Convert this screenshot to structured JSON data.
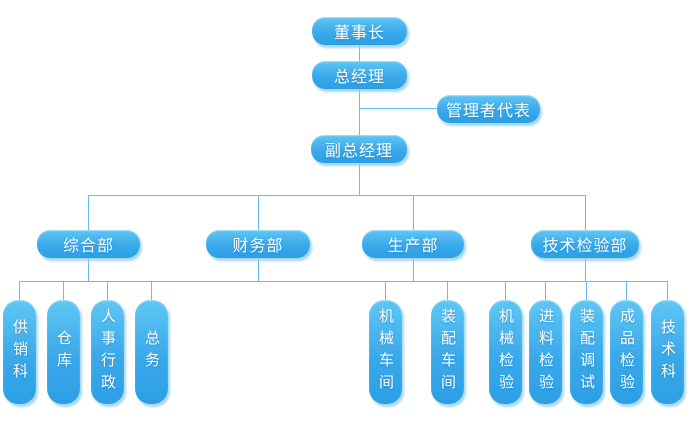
{
  "diagram_type": "org-chart",
  "colors": {
    "background": "#ffffff",
    "node_gradient_top": "#5fc7f4",
    "node_gradient_bottom": "#2c9fe4",
    "connector_line": "#64bfee",
    "node_text": "#ffffff"
  },
  "org": {
    "chairman": {
      "label": "董事长"
    },
    "general_manager": {
      "label": "总经理"
    },
    "management_representative": {
      "label": "管理者代表"
    },
    "deputy_general_manager": {
      "label": "副总经理"
    },
    "departments": [
      {
        "label": "综合部"
      },
      {
        "label": "财务部"
      },
      {
        "label": "生产部"
      },
      {
        "label": "技术检验部"
      }
    ],
    "units": [
      {
        "label": "供销科",
        "parent": "综合部"
      },
      {
        "label": "仓库",
        "parent": "综合部"
      },
      {
        "label": "人事行政",
        "parent": "综合部"
      },
      {
        "label": "总务",
        "parent": "综合部"
      },
      {
        "label": "机械车间",
        "parent": "生产部"
      },
      {
        "label": "装配车间",
        "parent": "生产部"
      },
      {
        "label": "机械检验",
        "parent": "技术检验部"
      },
      {
        "label": "进料检验",
        "parent": "技术检验部"
      },
      {
        "label": "装配调试",
        "parent": "技术检验部"
      },
      {
        "label": "成品检验",
        "parent": "技术检验部"
      },
      {
        "label": "技术科",
        "parent": "技术检验部"
      }
    ]
  }
}
